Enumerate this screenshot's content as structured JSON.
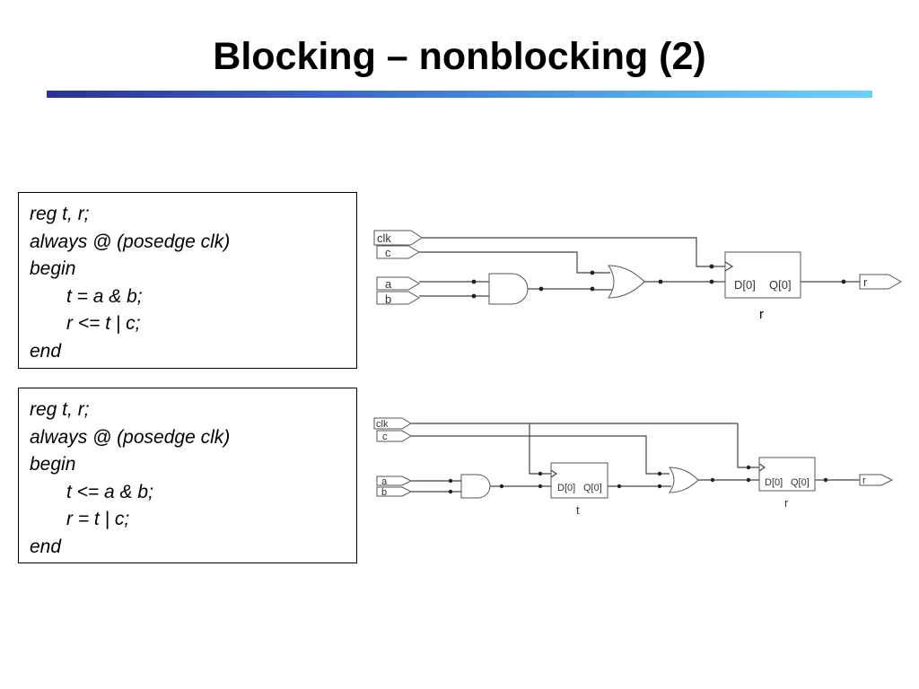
{
  "slide": {
    "title": "Blocking – nonblocking (2)"
  },
  "code_blocks": [
    {
      "lines": [
        "reg t, r;",
        "always @ (posedge clk)",
        "begin",
        "t = a & b;",
        "r <= t | c;",
        "end"
      ]
    },
    {
      "lines": [
        "reg t, r;",
        "always @ (posedge clk)",
        "begin",
        "t <= a & b;",
        "r = t | c;",
        "end"
      ]
    }
  ],
  "schematic_1": {
    "ports": {
      "clk": "clk",
      "c": "c",
      "a": "a",
      "b": "b",
      "out": "r"
    },
    "ff": {
      "d": "D[0]",
      "q": "Q[0]",
      "name": "r"
    }
  },
  "schematic_2": {
    "ports": {
      "clk": "clk",
      "c": "c",
      "a": "a",
      "b": "b",
      "out": "r"
    },
    "ff_t": {
      "d": "D[0]",
      "q": "Q[0]",
      "name": "t"
    },
    "ff_r": {
      "d": "D[0]",
      "q": "Q[0]",
      "name": "r"
    }
  }
}
